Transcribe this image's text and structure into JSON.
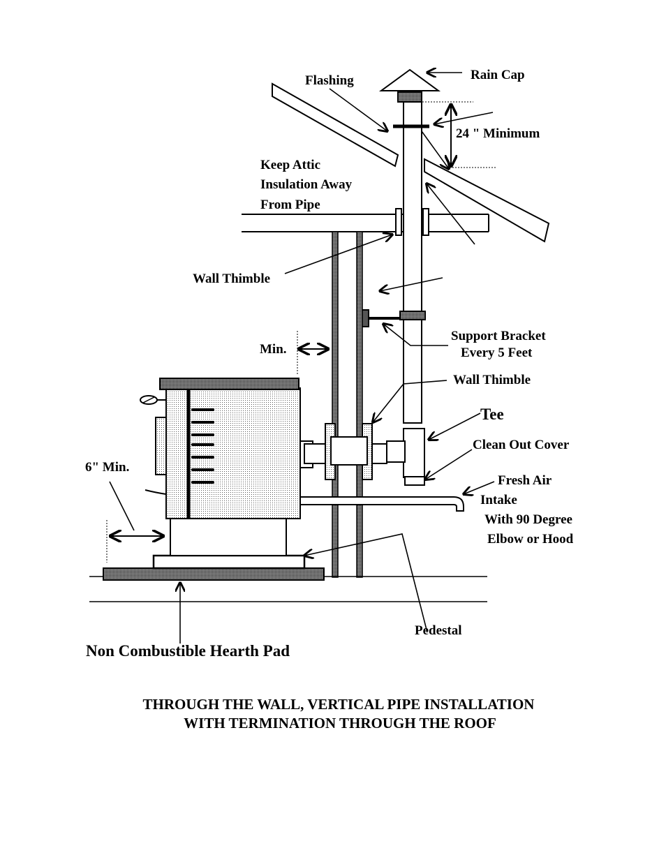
{
  "labels": {
    "rain_cap": "Rain Cap",
    "flashing": "Flashing",
    "minimum_24": "24 \" Minimum",
    "keep_attic_1": "Keep Attic",
    "keep_attic_2": "Insulation Away",
    "keep_attic_3": "From Pipe",
    "wall_thimble_upper": "Wall Thimble",
    "min": "Min.",
    "support_bracket_1": "Support Bracket",
    "support_bracket_2": "Every 5 Feet",
    "wall_thimble_lower": "Wall Thimble",
    "tee": "Tee",
    "clean_out_cover": "Clean Out Cover",
    "six_min": "6\" Min.",
    "fresh_air_1": "Fresh Air",
    "fresh_air_2": "Intake",
    "fresh_air_3": "With 90 Degree",
    "fresh_air_4": "Elbow or Hood",
    "pedestal": "Pedestal",
    "hearth_pad": "Non Combustible Hearth Pad"
  },
  "caption": {
    "line1": "THROUGH THE WALL, VERTICAL PIPE INSTALLATION",
    "line2": "WITH TERMINATION THROUGH THE ROOF"
  }
}
